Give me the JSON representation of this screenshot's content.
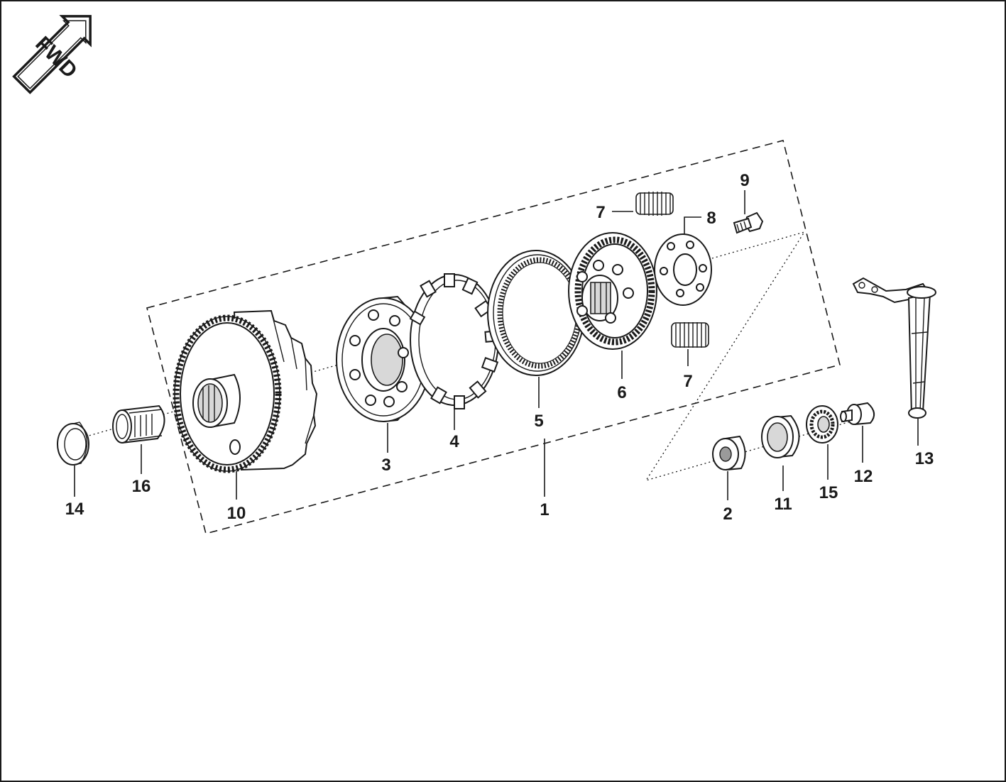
{
  "orientation_badge": {
    "text": "FWD",
    "icon": "fwd-arrow-icon"
  },
  "callouts": [
    {
      "id": "1",
      "text": "1"
    },
    {
      "id": "2",
      "text": "2"
    },
    {
      "id": "3",
      "text": "3"
    },
    {
      "id": "4",
      "text": "4"
    },
    {
      "id": "5",
      "text": "5"
    },
    {
      "id": "6",
      "text": "6"
    },
    {
      "id": "7a",
      "text": "7"
    },
    {
      "id": "7b",
      "text": "7"
    },
    {
      "id": "8",
      "text": "8"
    },
    {
      "id": "9",
      "text": "9"
    },
    {
      "id": "10",
      "text": "10"
    },
    {
      "id": "11",
      "text": "11"
    },
    {
      "id": "12",
      "text": "12"
    },
    {
      "id": "13",
      "text": "13"
    },
    {
      "id": "14",
      "text": "14"
    },
    {
      "id": "15",
      "text": "15"
    },
    {
      "id": "16",
      "text": "16"
    }
  ],
  "colors": {
    "line": "#1a1a1a",
    "background": "#ffffff",
    "shade": "#d8d8d8"
  }
}
